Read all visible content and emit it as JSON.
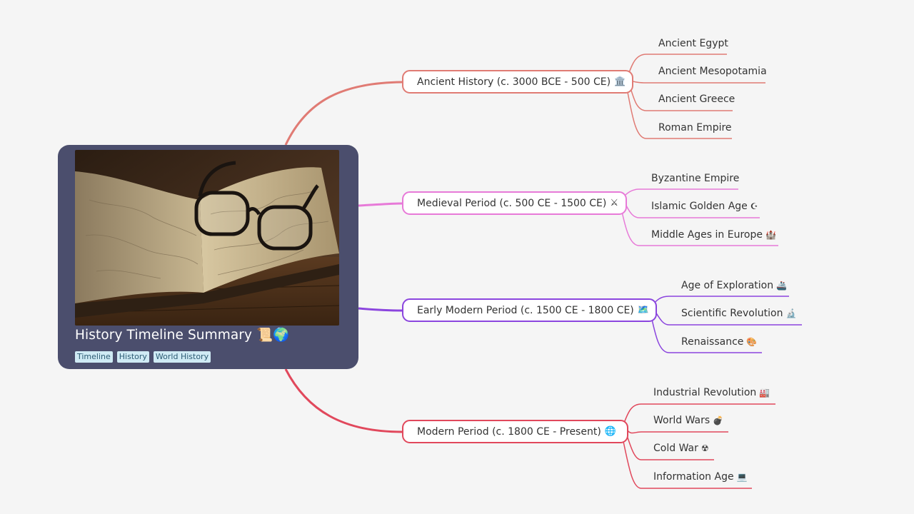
{
  "root": {
    "title": "History Timeline Summary",
    "emoji": "📜🌍",
    "tags": [
      "Timeline",
      "History",
      "World History"
    ]
  },
  "colors": {
    "ancient": "#e07b74",
    "medieval": "#e77ad8",
    "early_modern": "#8b45de",
    "modern": "#e1485c",
    "root_bg": "#4b4e6d"
  },
  "topics": [
    {
      "label": "Ancient History (c. 3000 BCE - 500 CE)",
      "emoji": "🏛️",
      "children": [
        {
          "label": "Ancient Egypt",
          "emoji": ""
        },
        {
          "label": "Ancient Mesopotamia",
          "emoji": ""
        },
        {
          "label": "Ancient Greece",
          "emoji": ""
        },
        {
          "label": "Roman Empire",
          "emoji": ""
        }
      ]
    },
    {
      "label": "Medieval Period (c. 500 CE - 1500 CE)",
      "emoji": "⚔",
      "children": [
        {
          "label": "Byzantine Empire",
          "emoji": ""
        },
        {
          "label": "Islamic Golden Age",
          "emoji": "☪"
        },
        {
          "label": "Middle Ages in Europe",
          "emoji": "🏰"
        }
      ]
    },
    {
      "label": "Early Modern Period (c. 1500 CE - 1800 CE)",
      "emoji": "🗺️",
      "children": [
        {
          "label": "Age of Exploration",
          "emoji": "🚢"
        },
        {
          "label": "Scientific Revolution",
          "emoji": "🔬"
        },
        {
          "label": "Renaissance",
          "emoji": "🎨"
        }
      ]
    },
    {
      "label": "Modern Period (c. 1800 CE - Present)",
      "emoji": "🌐",
      "children": [
        {
          "label": "Industrial Revolution",
          "emoji": "🏭"
        },
        {
          "label": "World Wars",
          "emoji": "💣"
        },
        {
          "label": "Cold War",
          "emoji": "☢"
        },
        {
          "label": "Information Age",
          "emoji": "💻"
        }
      ]
    }
  ]
}
